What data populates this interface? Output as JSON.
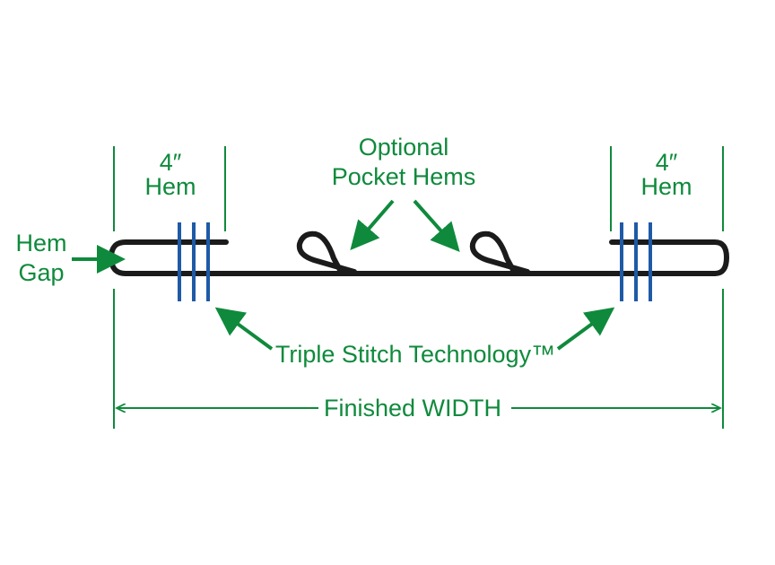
{
  "labels": {
    "left_hem_size": "4″",
    "left_hem_word": "Hem",
    "right_hem_size": "4″",
    "right_hem_word": "Hem",
    "optional_line1": "Optional",
    "optional_line2": "Pocket Hems",
    "hem_gap_line1": "Hem",
    "hem_gap_line2": "Gap",
    "triple_stitch": "Triple Stitch Technology™",
    "finished_width": "Finished WIDTH"
  },
  "colors": {
    "label_green": "#0f8a3c",
    "stitch_blue": "#1f5aa6",
    "fabric_black": "#1b1b1b"
  }
}
